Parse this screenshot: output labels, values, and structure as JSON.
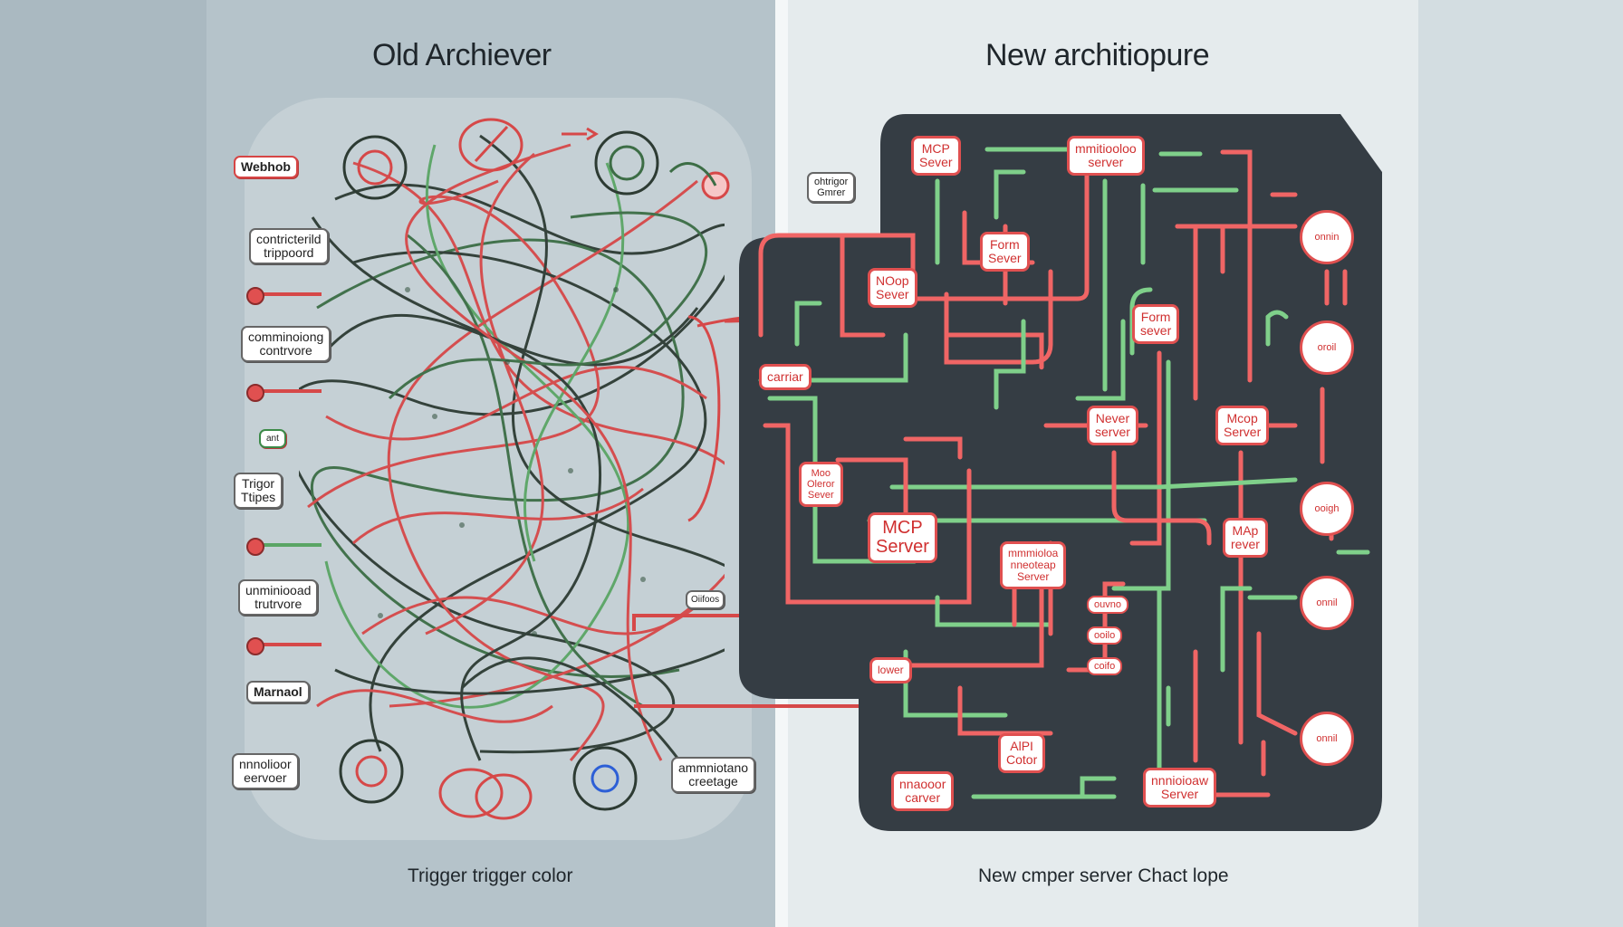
{
  "left": {
    "title": "Old Archiever",
    "caption": "Trigger trigger  color",
    "labels": {
      "webhook": "Webhob",
      "contracted": "contricterild\ntrippoord",
      "combining": "comminoiong\ncontrvore",
      "and": "ant",
      "trigger_types": "Trigor\nTtipes",
      "unimhibited": "unminiooad\ntrutrvore",
      "manual": "Marnaol",
      "multiplier": "nnnolioor\neervoer",
      "multicolored": "ammniotano\ncreetage",
      "side": "Oiifoos"
    }
  },
  "right": {
    "title": "New architiopure",
    "caption": "New cmper server   Chact  lope",
    "nodes": {
      "mcp1": "MCP\nSever",
      "multi_top": "mmitiooloo\nserver",
      "trigger_server": "ohtrigor\nGmrer",
      "form1": "Form\nSever",
      "noop": "NOop\nSever",
      "carrier": "carriar",
      "form2": "Form\nsever",
      "never": "Never\nserver",
      "moop": "Mcop\nServer",
      "mini": "Moo\nOleror\nSever",
      "mcp_big": "MCP\nServer",
      "multi_mid": "mmmioloa\nnneoteap\nServer",
      "map": "MAp\nrever",
      "pill1": "ouvno",
      "pill2": "ooilo",
      "pill3": "coifo",
      "lower": "lower",
      "api": "AlPI\nCotor",
      "monitor": "nnaooor\ncarver",
      "bottom": "nnnioioaw\nServer",
      "circle1": "onnin",
      "circle2": "oroil",
      "circle3": "ooigh",
      "circle4": "onnil",
      "circle5": "onnil"
    }
  },
  "colors": {
    "accent_red": "#e05050",
    "accent_green": "#7fd08a",
    "panel_dark": "#353d44"
  }
}
